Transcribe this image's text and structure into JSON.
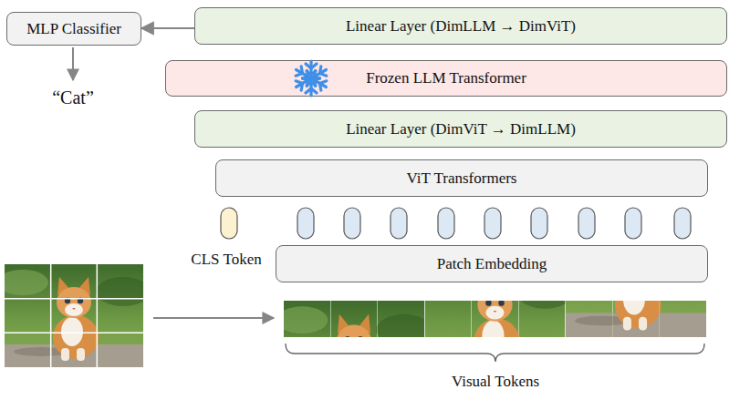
{
  "diagram": {
    "nodes": [
      {
        "text": [
          "MLP Classifier"
        ]
      },
      {
        "text": [
          "Linear Layer (DimLLM → DimViT)"
        ]
      },
      {
        "text": [
          "Frozen LLM Transformer"
        ]
      },
      {
        "text": [
          "Linear Layer (DimViT → DimLLM)"
        ]
      },
      {
        "text": [
          "ViT Transformers"
        ]
      },
      {
        "text": [
          "Patch Embedding"
        ]
      }
    ],
    "edges": [
      {
        "from": 1,
        "to": 0,
        "arrow": "to"
      }
    ],
    "labels": [
      "“Cat”",
      "CLS Token",
      "Visual Tokens"
    ]
  }
}
